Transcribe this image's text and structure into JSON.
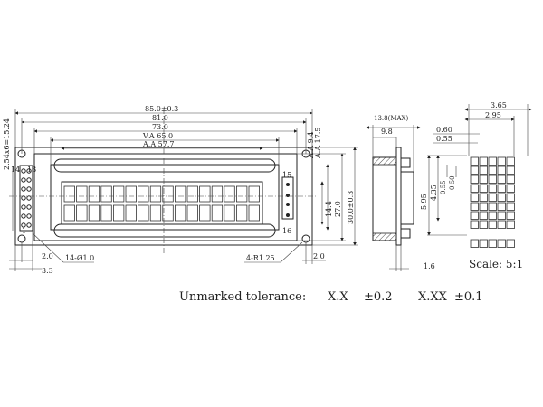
{
  "front_view": {
    "overall_width": "85.0±0.3",
    "width_81": "81.0",
    "width_73": "73.0",
    "va_width": "V.A 65.0",
    "aa_width": "A.A 57.7",
    "pin_pitch": "2.54x6=15.24",
    "pin1_marker": "1",
    "pin14_marker": "14",
    "pin13_marker": "13",
    "pin15_label": "15",
    "pin16_label": "16",
    "aa_height_94": "A.A 9.4",
    "va_height_175": "A.A 17.5",
    "height_144": "14.4",
    "height_270": "27.0",
    "overall_height": "30.0±0.3",
    "hole_dim": "14-Ø1.0",
    "radius_dim": "4-R1.25",
    "left_offset_20": "2.0",
    "left_offset_33": "3.3",
    "right_offset_20": "2.0"
  },
  "side_view": {
    "max_thickness": "13.8(MAX)",
    "depth_98": "9.8",
    "pcb_thickness": "1.6"
  },
  "char_detail": {
    "char_height": "5.95",
    "char_width": "2.95",
    "cell_pitch": "3.65",
    "dot_pitch": "0.60",
    "dot_size": "0.55",
    "row_pitch": "0.55",
    "row_size": "0.50",
    "height_435": "4.35"
  },
  "notes": {
    "scale": "Scale: 5:1",
    "tolerance_label": "Unmarked tolerance:",
    "tolerance_x": "X.X",
    "tolerance_x_value": "±0.2",
    "tolerance_xx": "X.XX",
    "tolerance_xx_value": "±0.1"
  }
}
